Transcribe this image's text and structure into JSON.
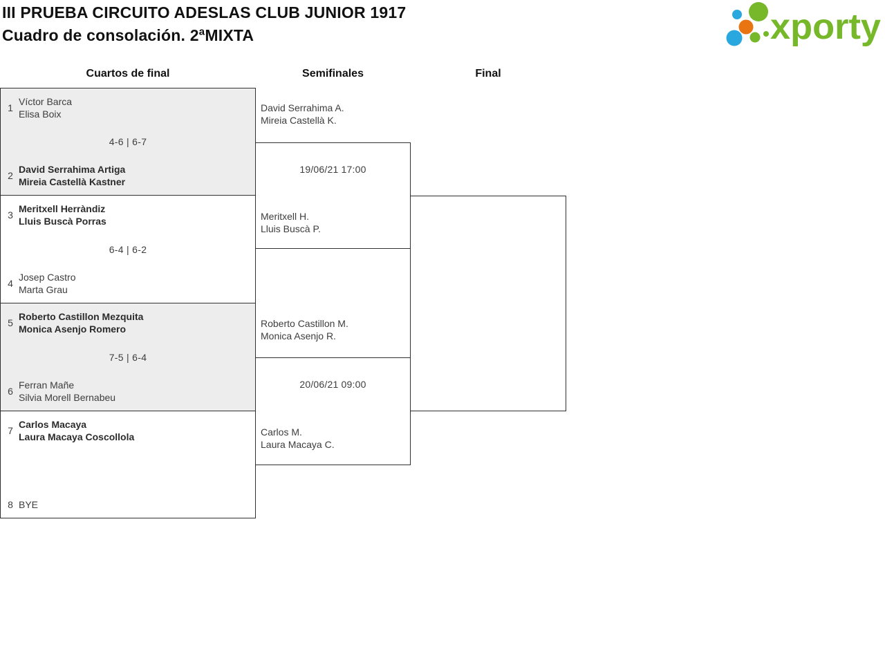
{
  "page": {
    "title": "III PRUEBA CIRCUITO ADESLAS CLUB JUNIOR 1917",
    "subtitle": "Cuadro de consolación. 2ªMIXTA"
  },
  "logo": {
    "text": "xporty",
    "colors": {
      "green": "#76b82a",
      "blue": "#29a8e0",
      "orange": "#e87511"
    }
  },
  "bracket": {
    "round_headers": [
      "Cuartos de final",
      "Semifinales",
      "Final"
    ],
    "quarterfinals": [
      {
        "team1": {
          "seed": "1",
          "players": [
            "Víctor Barca",
            "Elisa Boix"
          ],
          "winner": false
        },
        "score": "4-6 | 6-7",
        "team2": {
          "seed": "2",
          "players": [
            "David Serrahima Artiga",
            "Mireia Castellà Kastner"
          ],
          "winner": true
        }
      },
      {
        "team1": {
          "seed": "3",
          "players": [
            "Meritxell Herràndiz",
            "Lluis Buscà Porras"
          ],
          "winner": true
        },
        "score": "6-4 | 6-2",
        "team2": {
          "seed": "4",
          "players": [
            "Josep Castro",
            "Marta Grau"
          ],
          "winner": false
        }
      },
      {
        "team1": {
          "seed": "5",
          "players": [
            "Roberto Castillon Mezquita",
            "Monica Asenjo Romero"
          ],
          "winner": true
        },
        "score": "7-5 | 6-4",
        "team2": {
          "seed": "6",
          "players": [
            "Ferran Mañe",
            "Silvia Morell Bernabeu"
          ],
          "winner": false
        }
      },
      {
        "team1": {
          "seed": "7",
          "players": [
            "Carlos Macaya",
            "Laura Macaya Coscollola"
          ],
          "winner": true
        },
        "score": "",
        "team2": {
          "seed": "8",
          "players": [
            "BYE"
          ],
          "winner": false
        }
      }
    ],
    "semifinals": [
      {
        "team1": [
          "David Serrahima A.",
          "Mireia Castellà K."
        ],
        "date": "19/06/21 17:00",
        "team2": [
          "Meritxell H.",
          "Lluis Buscà P."
        ]
      },
      {
        "team1": [
          "Roberto Castillon M.",
          "Monica Asenjo R."
        ],
        "date": "20/06/21 09:00",
        "team2": [
          "Carlos M.",
          "Laura Macaya C."
        ]
      }
    ]
  }
}
